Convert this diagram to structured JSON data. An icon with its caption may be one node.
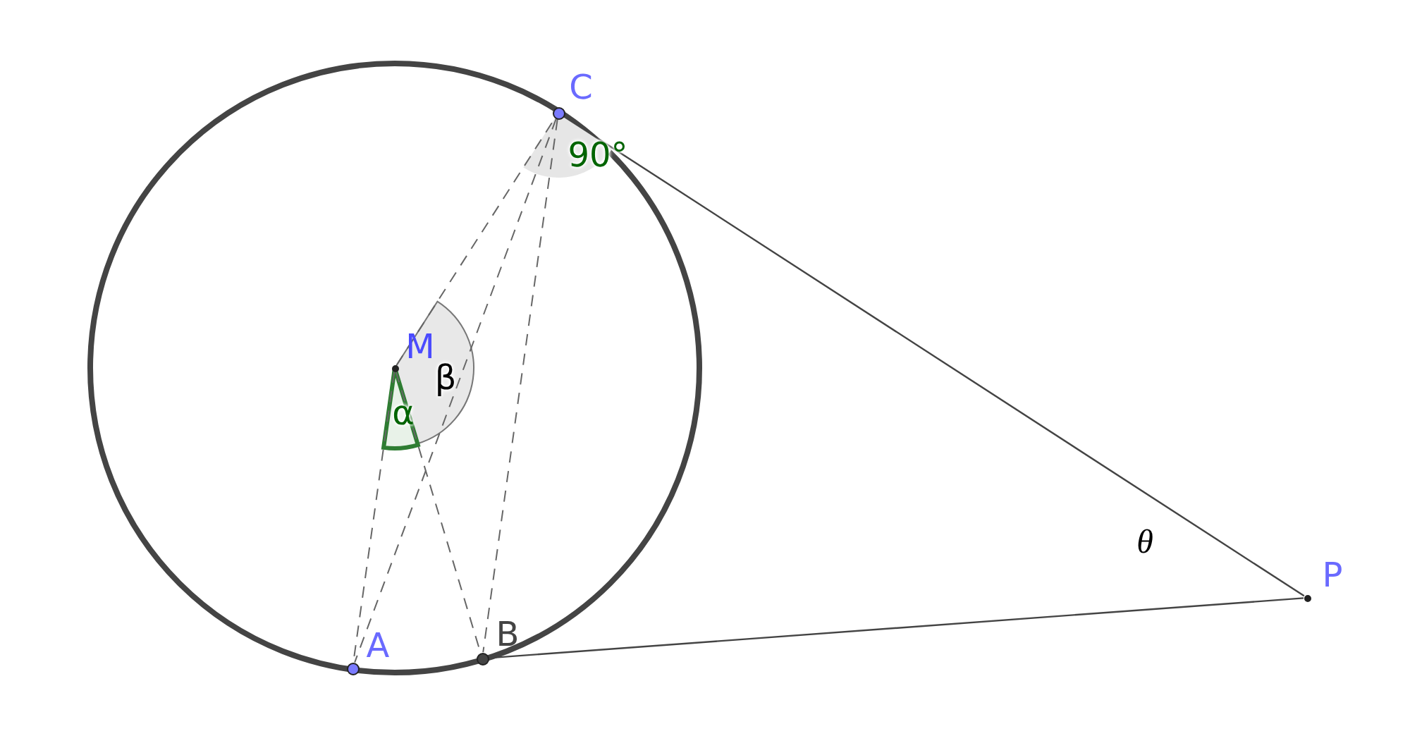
{
  "diagram": {
    "nodes": [
      {
        "text": [],
        "shape": "circle",
        "beside": [
          "C"
        ]
      },
      {
        "text": [],
        "shape": "circle",
        "beside": [
          "M"
        ]
      },
      {
        "text": [],
        "shape": "circle",
        "beside": [
          "P"
        ]
      },
      {
        "text": [],
        "shape": "circle",
        "beside": [
          "A"
        ]
      },
      {
        "text": [],
        "shape": "circle",
        "beside": [
          "B"
        ]
      }
    ],
    "edges": [
      {
        "from": 0,
        "to": 2,
        "arrow": "none"
      },
      {
        "from": 4,
        "to": 2,
        "arrow": "none"
      },
      {
        "from": 1,
        "to": 0,
        "arrow": "none",
        "style": "dashed"
      },
      {
        "from": 1,
        "to": 3,
        "arrow": "none",
        "style": "dashed"
      },
      {
        "from": 1,
        "to": 4,
        "arrow": "none",
        "style": "dashed"
      },
      {
        "from": 0,
        "to": 3,
        "arrow": "none",
        "style": "dashed"
      },
      {
        "from": 0,
        "to": 4,
        "arrow": "none",
        "style": "dashed"
      }
    ],
    "labels": [
      "90°",
      "β",
      "α",
      "θ"
    ]
  }
}
